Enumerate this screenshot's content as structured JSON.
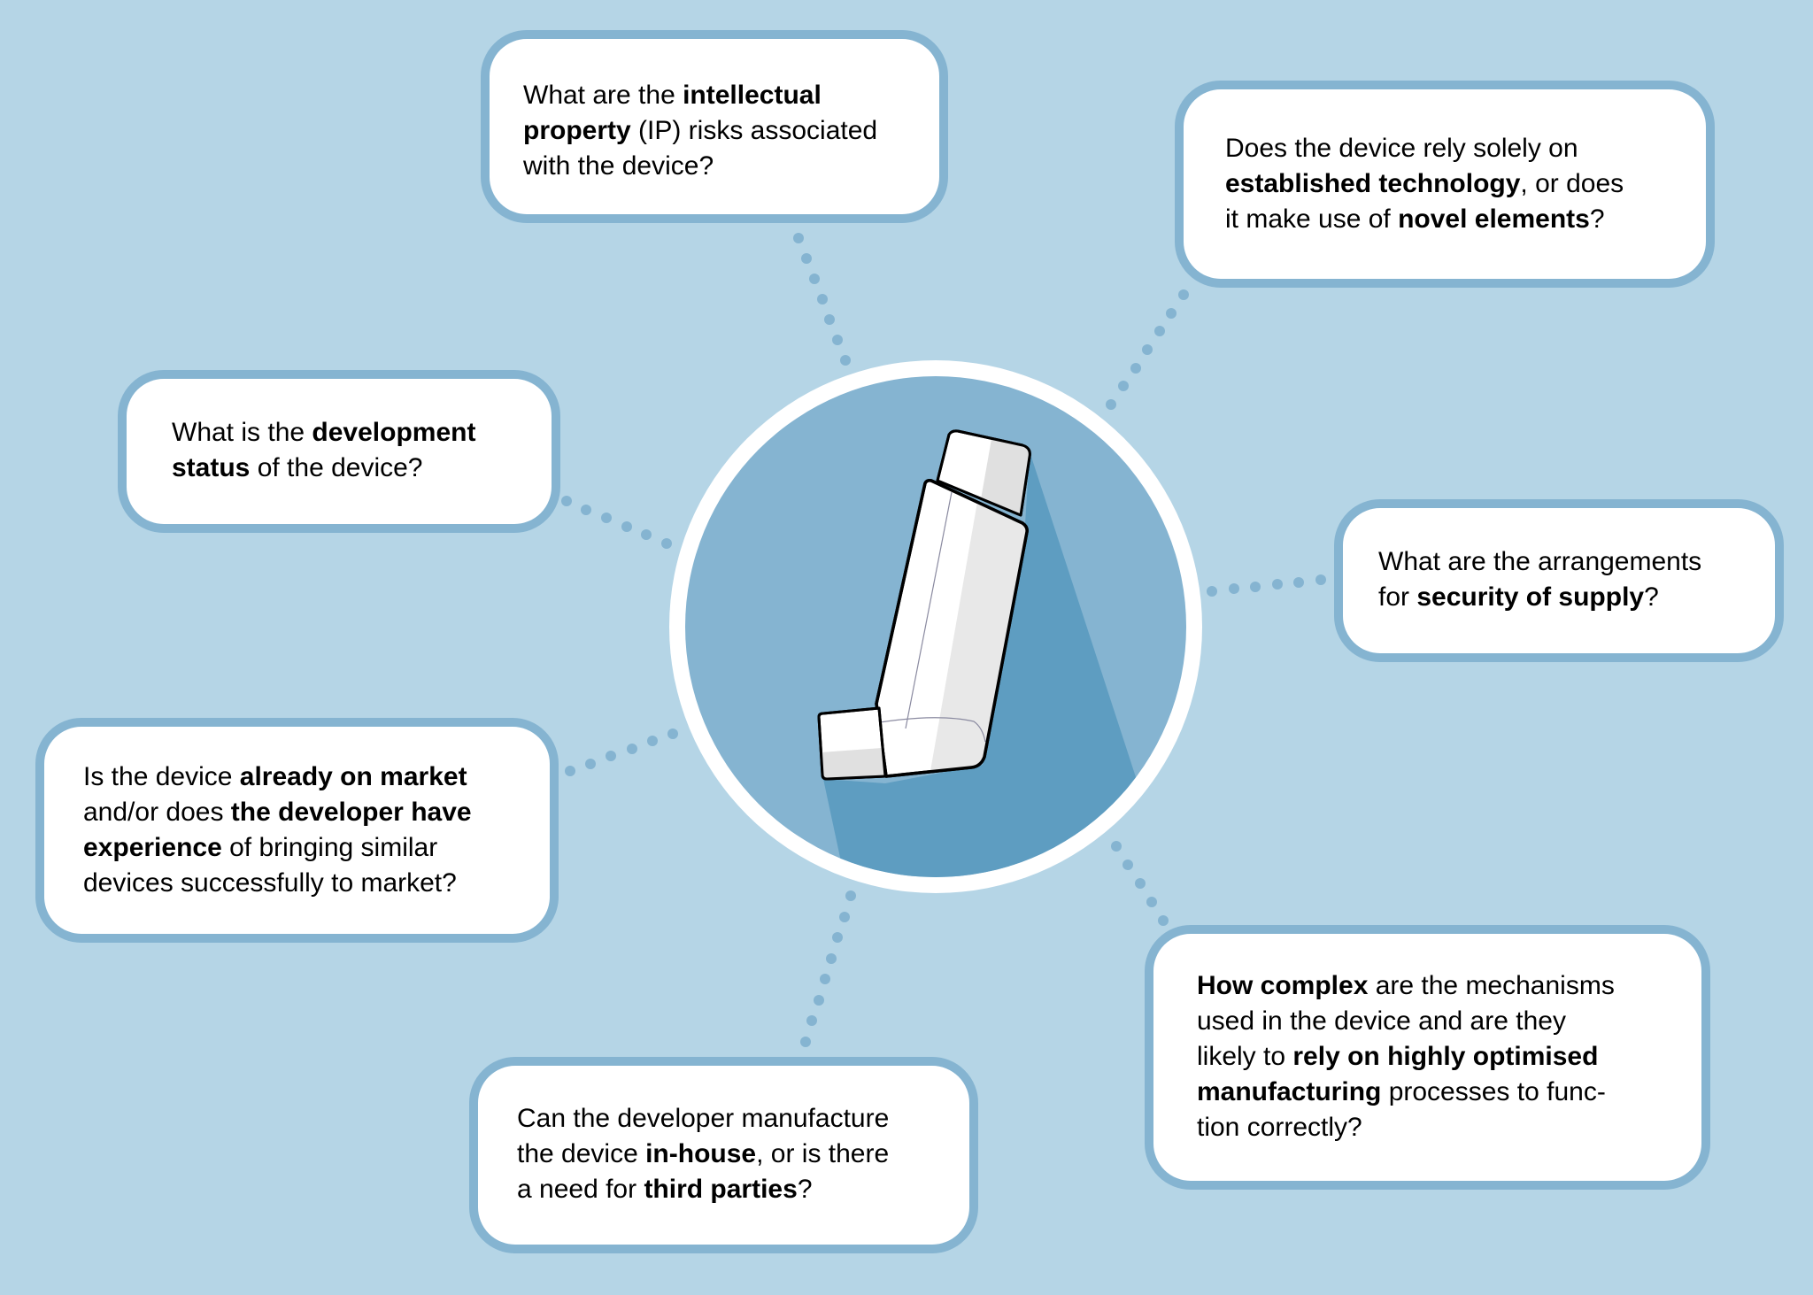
{
  "colors": {
    "background": "#b5d5e6",
    "box_border": "#85b4d1",
    "box_fill": "#ffffff",
    "dot": "#85b4d1",
    "circle_ring": "#ffffff",
    "circle_fill": "#85b4d1",
    "circle_shadow": "#5e9dc1",
    "inhaler_light": "#ffffff",
    "inhaler_shade": "#e6e6e6",
    "inhaler_outline": "#000000",
    "text": "#000000"
  },
  "center": {
    "icon": "inhaler-icon"
  },
  "questions": [
    {
      "id": "intellectual-property",
      "lines": [
        [
          {
            "t": "What are the ",
            "b": false
          },
          {
            "t": "intellectual",
            "b": true
          }
        ],
        [
          {
            "t": "property",
            "b": true
          },
          {
            "t": " (IP) risks associated",
            "b": false
          }
        ],
        [
          {
            "t": "with the device?",
            "b": false
          }
        ]
      ]
    },
    {
      "id": "technology",
      "lines": [
        [
          {
            "t": "Does the device rely solely on",
            "b": false
          }
        ],
        [
          {
            "t": "established technology",
            "b": true
          },
          {
            "t": ", or does",
            "b": false
          }
        ],
        [
          {
            "t": "it make use of ",
            "b": false
          },
          {
            "t": "novel elements",
            "b": true
          },
          {
            "t": "?",
            "b": false
          }
        ]
      ]
    },
    {
      "id": "development-status",
      "lines": [
        [
          {
            "t": "What is the ",
            "b": false
          },
          {
            "t": "development",
            "b": true
          }
        ],
        [
          {
            "t": "status",
            "b": true
          },
          {
            "t": " of the device?",
            "b": false
          }
        ]
      ]
    },
    {
      "id": "security-of-supply",
      "lines": [
        [
          {
            "t": "What are the arrangements",
            "b": false
          }
        ],
        [
          {
            "t": "for ",
            "b": false
          },
          {
            "t": "security of supply",
            "b": true
          },
          {
            "t": "?",
            "b": false
          }
        ]
      ]
    },
    {
      "id": "market-experience",
      "lines": [
        [
          {
            "t": "Is the device ",
            "b": false
          },
          {
            "t": "already on market",
            "b": true
          }
        ],
        [
          {
            "t": "and/or does ",
            "b": false
          },
          {
            "t": "the developer have",
            "b": true
          }
        ],
        [
          {
            "t": "experience",
            "b": true
          },
          {
            "t": " of bringing similar",
            "b": false
          }
        ],
        [
          {
            "t": "devices successfully to market?",
            "b": false
          }
        ]
      ]
    },
    {
      "id": "complexity",
      "lines": [
        [
          {
            "t": "How complex",
            "b": true
          },
          {
            "t": " are the mechanisms",
            "b": false
          }
        ],
        [
          {
            "t": "used in the device and are they",
            "b": false
          }
        ],
        [
          {
            "t": "likely to ",
            "b": false
          },
          {
            "t": "rely on highly optimised",
            "b": true
          }
        ],
        [
          {
            "t": "manufacturing",
            "b": true
          },
          {
            "t": " processes to func-",
            "b": false
          }
        ],
        [
          {
            "t": "tion correctly?",
            "b": false
          }
        ]
      ]
    },
    {
      "id": "in-house-manufacture",
      "lines": [
        [
          {
            "t": "Can the developer manufacture",
            "b": false
          }
        ],
        [
          {
            "t": "the device ",
            "b": false
          },
          {
            "t": "in-house",
            "b": true
          },
          {
            "t": ", or is there",
            "b": false
          }
        ],
        [
          {
            "t": "a need for ",
            "b": false
          },
          {
            "t": "third parties",
            "b": true
          },
          {
            "t": "?",
            "b": false
          }
        ]
      ]
    }
  ]
}
